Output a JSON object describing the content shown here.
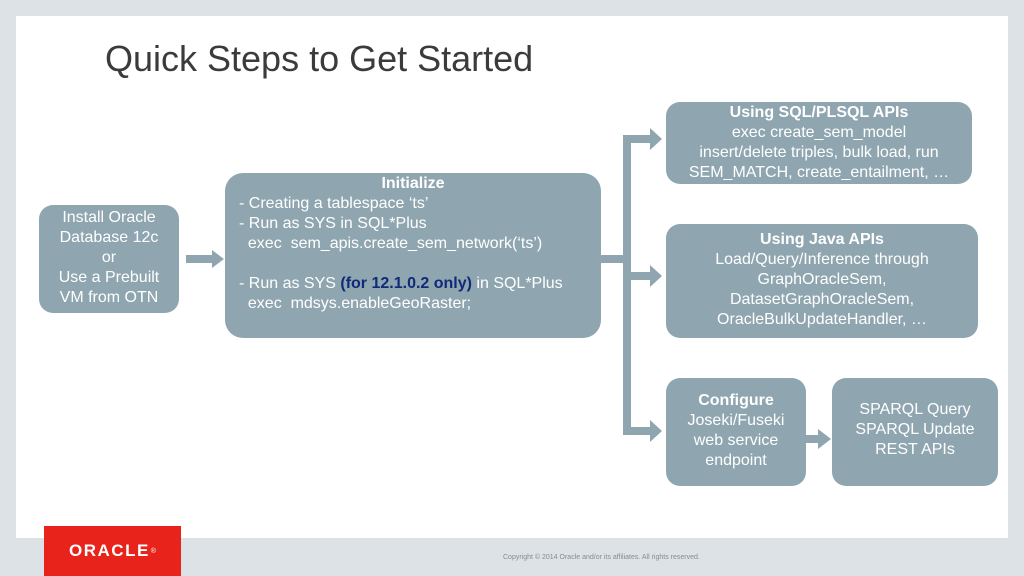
{
  "title": "Quick Steps to Get Started",
  "install": {
    "lines": [
      "Install Oracle",
      "Database 12c",
      "or",
      "Use a Prebuilt",
      "VM from OTN"
    ]
  },
  "initialize": {
    "heading": "Initialize",
    "line1": "- Creating a tablespace ‘ts’",
    "line2": "- Run as SYS in SQL*Plus",
    "line3": "  exec  sem_apis.create_sem_network(‘ts’)",
    "line4_pre": "- Run as SYS ",
    "line4_highlight": "(for 12.1.0.2 only)",
    "line4_post": " in SQL*Plus",
    "line5": "  exec  mdsys.enableGeoRaster;"
  },
  "sql_apis": {
    "heading": "Using SQL/PLSQL APIs",
    "lines": [
      "exec create_sem_model",
      "insert/delete triples, bulk load, run",
      "SEM_MATCH, create_entailment, …"
    ]
  },
  "java_apis": {
    "heading": "Using Java APIs",
    "lines": [
      "Load/Query/Inference through",
      "GraphOracleSem,",
      "DatasetGraphOracleSem,",
      "OracleBulkUpdateHandler, …"
    ]
  },
  "configure": {
    "heading": "Configure",
    "lines": [
      "Joseki/Fuseki",
      "web service",
      "endpoint"
    ]
  },
  "sparql": {
    "lines": [
      "SPARQL Query",
      "SPARQL Update",
      "REST APIs"
    ]
  },
  "footer": {
    "logo": "ORACLE",
    "registered": "®",
    "copyright": "Copyright © 2014 Oracle and/or its affiliates. All rights reserved."
  },
  "colors": {
    "box": "#8fa6b0",
    "highlight": "#102a78",
    "logo": "#e8231c"
  }
}
